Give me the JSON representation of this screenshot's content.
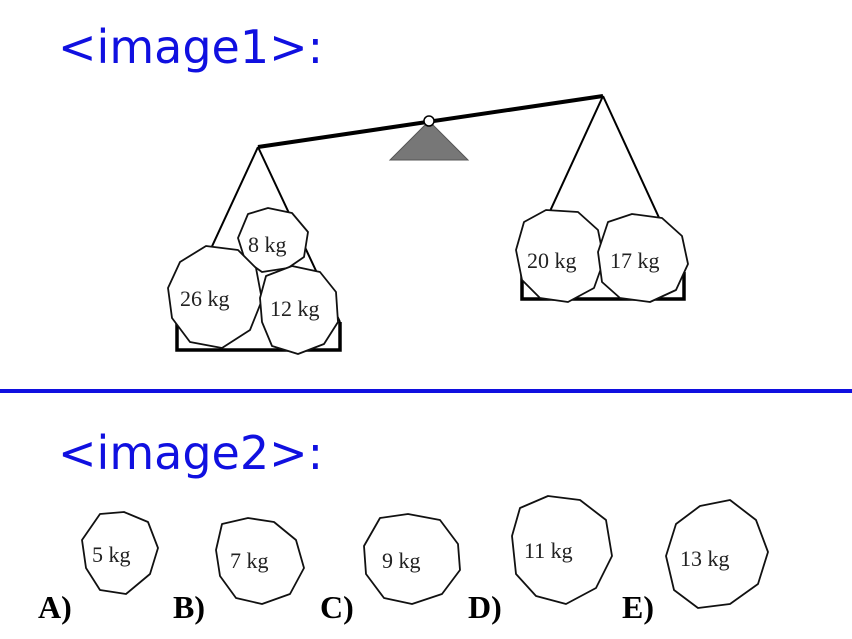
{
  "accent_color": "#1010e0",
  "labels": {
    "image1": "<image1>:",
    "image2": "<image2>:"
  },
  "scale": {
    "left_pan": [
      "26 kg",
      "8 kg",
      "12 kg"
    ],
    "right_pan": [
      "20 kg",
      "17 kg"
    ]
  },
  "options": [
    {
      "letter": "A)",
      "weight": "5 kg"
    },
    {
      "letter": "B)",
      "weight": "7 kg"
    },
    {
      "letter": "C)",
      "weight": "9 kg"
    },
    {
      "letter": "D)",
      "weight": "11 kg"
    },
    {
      "letter": "E)",
      "weight": "13 kg"
    }
  ]
}
